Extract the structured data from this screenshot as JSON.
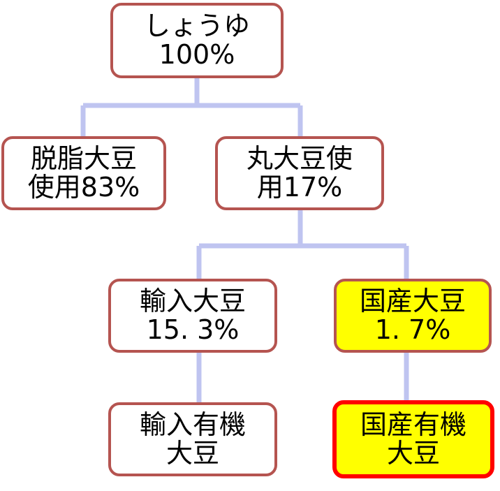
{
  "diagram": {
    "type": "tree",
    "title": "",
    "colors": {
      "connector": "#bfc4f0",
      "node_border": "#b55450",
      "node_fill": "#ffffff",
      "highlight_fill": "#ffff00",
      "emphasis_border": "#ff0000",
      "text": "#000000"
    },
    "nodes": [
      {
        "id": "shoyu",
        "line1": "しょうゆ",
        "line2": "100%",
        "style": "default"
      },
      {
        "id": "degreased",
        "line1": "脱脂大豆",
        "line2": "使用83%",
        "style": "default"
      },
      {
        "id": "whole",
        "line1": "丸大豆使",
        "line2": "用17%",
        "style": "default"
      },
      {
        "id": "imported-soy",
        "line1": "輸入大豆",
        "line2": "15. 3%",
        "style": "default"
      },
      {
        "id": "domestic-soy",
        "line1": "国産大豆",
        "line2": "1. 7%",
        "style": "highlight"
      },
      {
        "id": "imported-organic",
        "line1": "輸入有機",
        "line2": "大豆",
        "style": "default"
      },
      {
        "id": "domestic-organic",
        "line1": "国産有機",
        "line2": "大豆",
        "style": "emphasis"
      }
    ],
    "edges": [
      {
        "from": "shoyu",
        "to": "degreased"
      },
      {
        "from": "shoyu",
        "to": "whole"
      },
      {
        "from": "whole",
        "to": "imported-soy"
      },
      {
        "from": "whole",
        "to": "domestic-soy"
      },
      {
        "from": "imported-soy",
        "to": "imported-organic"
      },
      {
        "from": "domestic-soy",
        "to": "domestic-organic"
      }
    ]
  }
}
